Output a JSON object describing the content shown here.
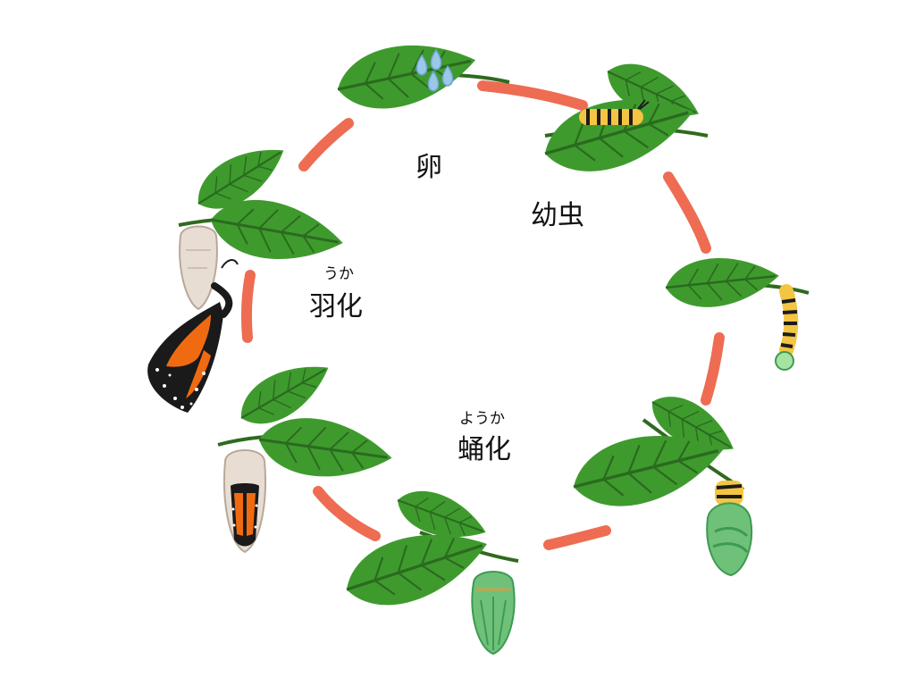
{
  "labels": {
    "egg": "卵",
    "larva": "幼虫",
    "pupa_ruby": "ようか",
    "pupa": "蛹化",
    "eclosion_ruby": "うか",
    "eclosion": "羽化"
  },
  "colors": {
    "background": "#ffffff",
    "arrow": "#ee6c52",
    "leaf": "#3f9a2e",
    "leaf_light": "#5cb83a",
    "leaf_vein": "#2a6b1f",
    "stem": "#2f6a1f",
    "egg": "#9cc7e8",
    "caterpillar_yellow": "#f4c542",
    "caterpillar_black": "#1b1b1b",
    "chrysalis_green": "#6fc17a",
    "chrysalis_dark": "#3d9a52",
    "empty_case": "#e8ddd3",
    "wing_orange": "#f06a12",
    "wing_black": "#1a1a1a"
  },
  "icons": [
    "leaf-icon",
    "egg-icon",
    "caterpillar-icon",
    "chrysalis-icon",
    "butterfly-icon",
    "arrow-dash-icon"
  ]
}
